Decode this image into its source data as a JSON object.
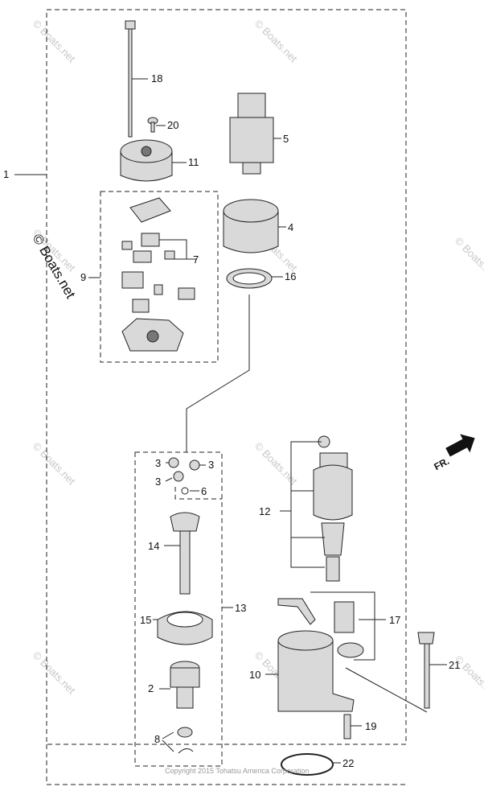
{
  "watermarks": [
    "© Boats.net"
  ],
  "copyright": "Copyright 2015 Tohatsu America Corporation",
  "direction_label": "FR.",
  "callouts": {
    "c1": "1",
    "c2": "2",
    "c3a": "3",
    "c3b": "3",
    "c3c": "3",
    "c4": "4",
    "c5": "5",
    "c6": "6",
    "c7": "7",
    "c8": "8",
    "c9": "9",
    "c10": "10",
    "c11": "11",
    "c12": "12",
    "c13": "13",
    "c14": "14",
    "c15": "15",
    "c16": "16",
    "c17": "17",
    "c18": "18",
    "c19": "19",
    "c20": "20",
    "c21": "21",
    "c22": "22"
  }
}
